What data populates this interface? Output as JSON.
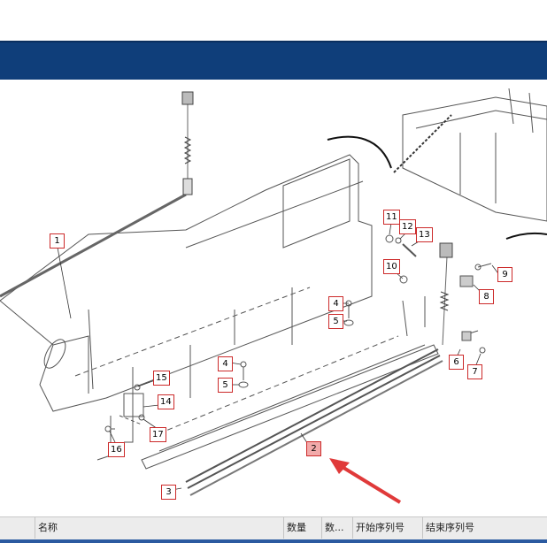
{
  "callouts": [
    {
      "label": "1",
      "active": false
    },
    {
      "label": "2",
      "active": true
    },
    {
      "label": "3",
      "active": false
    },
    {
      "label": "4",
      "active": false
    },
    {
      "label": "5",
      "active": false
    },
    {
      "label": "4",
      "active": false
    },
    {
      "label": "5",
      "active": false
    },
    {
      "label": "6",
      "active": false
    },
    {
      "label": "7",
      "active": false
    },
    {
      "label": "8",
      "active": false
    },
    {
      "label": "9",
      "active": false
    },
    {
      "label": "10",
      "active": false
    },
    {
      "label": "11",
      "active": false
    },
    {
      "label": "12",
      "active": false
    },
    {
      "label": "13",
      "active": false
    },
    {
      "label": "14",
      "active": false
    },
    {
      "label": "15",
      "active": false
    },
    {
      "label": "16",
      "active": false
    },
    {
      "label": "17",
      "active": false
    }
  ],
  "table": {
    "columns": [
      "",
      "名称",
      "数量",
      "数...",
      "开始序列号",
      "结束序列号"
    ]
  },
  "colors": {
    "header": "#0f3e7a",
    "callout_border": "#cc2a2a",
    "callout_active": "#f2aaaa",
    "arrow": "#e03a3a"
  }
}
